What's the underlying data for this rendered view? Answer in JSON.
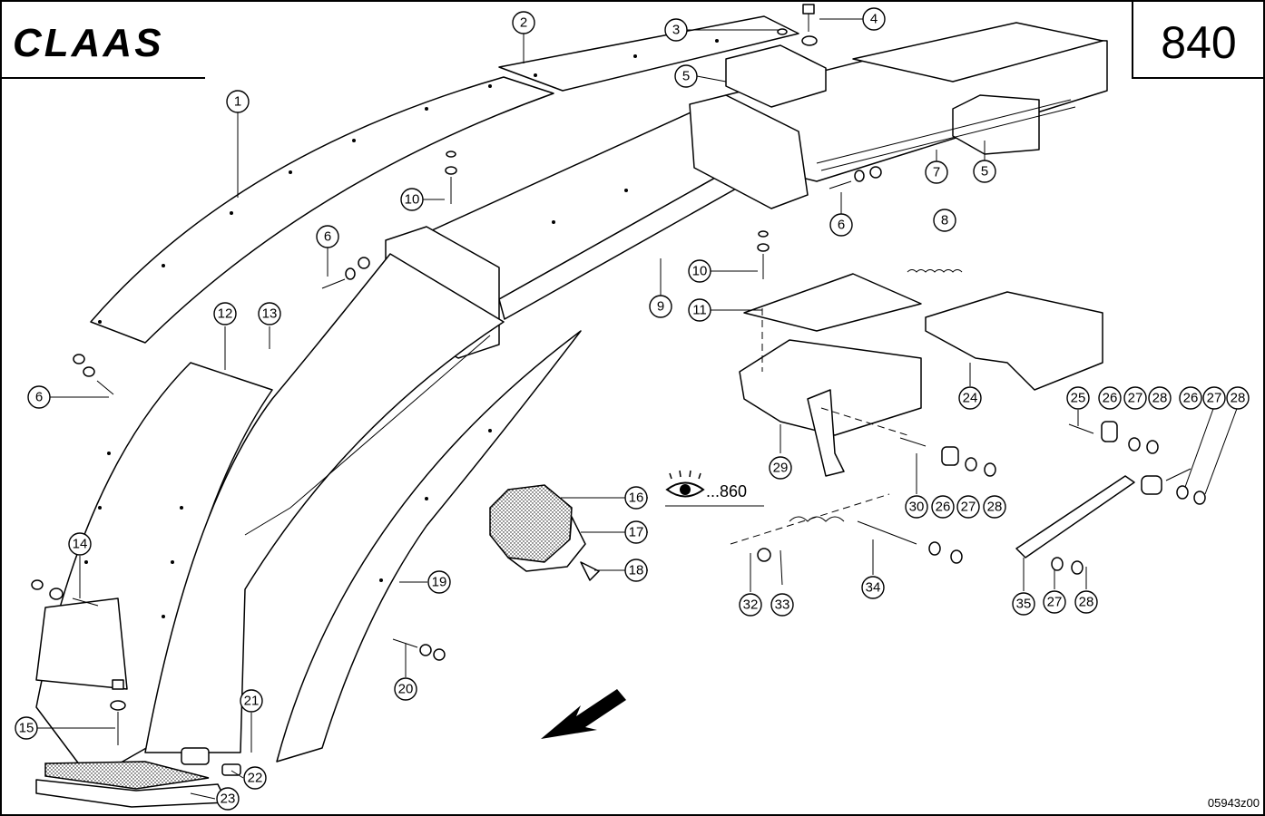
{
  "header": {
    "brand": "CLAAS",
    "page_number": "840"
  },
  "reference": {
    "text": "...860",
    "icon": "eye-icon"
  },
  "drawing_code": "05943z00",
  "direction_icon": "arrow-icon",
  "callouts": [
    "1",
    "2",
    "3",
    "4",
    "5",
    "5",
    "6",
    "6",
    "6",
    "7",
    "8",
    "9",
    "10",
    "10",
    "11",
    "12",
    "13",
    "14",
    "15",
    "16",
    "17",
    "18",
    "19",
    "20",
    "21",
    "22",
    "23",
    "24",
    "25",
    "26",
    "27",
    "28",
    "26",
    "27",
    "28",
    "29",
    "30",
    "26",
    "27",
    "28",
    "32",
    "33",
    "34",
    "35",
    "27",
    "28"
  ]
}
